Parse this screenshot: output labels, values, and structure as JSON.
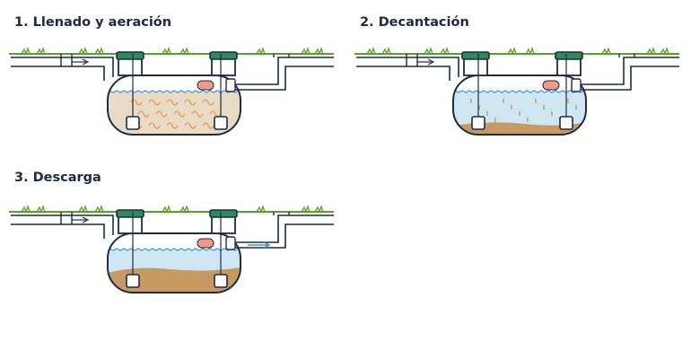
{
  "panels": [
    {
      "title": "1. Llenado y aeración",
      "stage": "fill-aeration"
    },
    {
      "title": "2. Decantación",
      "stage": "settling"
    },
    {
      "title": "3. Descarga",
      "stage": "discharge"
    }
  ],
  "colors": {
    "outline": "#1f2a44",
    "ground": "#5aa02c",
    "lid": "#2f8a5a",
    "water_clear": "#cfe6f3",
    "water_cloudy": "#e8dcc6",
    "sludge": "#c79a62",
    "bubbles": "#f0a35e",
    "blower": "#f29a85",
    "surface": "#3d8fd0"
  },
  "icons": [
    "inlet-pipe",
    "outlet-pipe",
    "manhole-cover",
    "pump",
    "blower-unit",
    "float-switch"
  ]
}
